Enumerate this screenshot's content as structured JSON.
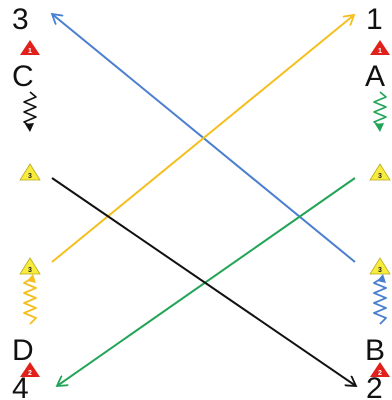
{
  "diagram": {
    "left_column": {
      "top_number": "3",
      "top_badge": "1",
      "letter_top": "C",
      "badge_upper": "3",
      "badge_lower": "3",
      "letter_bottom": "D",
      "bottom_badge": "2",
      "bottom_number": "4"
    },
    "right_column": {
      "top_number": "1",
      "top_badge": "1",
      "letter_top": "A",
      "badge_upper": "3",
      "badge_lower": "3",
      "letter_bottom": "B",
      "bottom_badge": "2",
      "bottom_number": "2"
    },
    "colors": {
      "red_triangle": "#e0201b",
      "yellow_triangle": "#f7ec3c",
      "blue": "#4a7fcf",
      "yellow": "#f5bf1f",
      "green": "#22a457",
      "black": "#111111"
    },
    "connections": [
      {
        "from": "B",
        "to": "3",
        "color": "blue"
      },
      {
        "from": "D",
        "to": "1",
        "color": "yellow"
      },
      {
        "from": "A",
        "to": "4",
        "color": "green"
      },
      {
        "from": "C",
        "to": "2",
        "color": "black"
      }
    ]
  }
}
